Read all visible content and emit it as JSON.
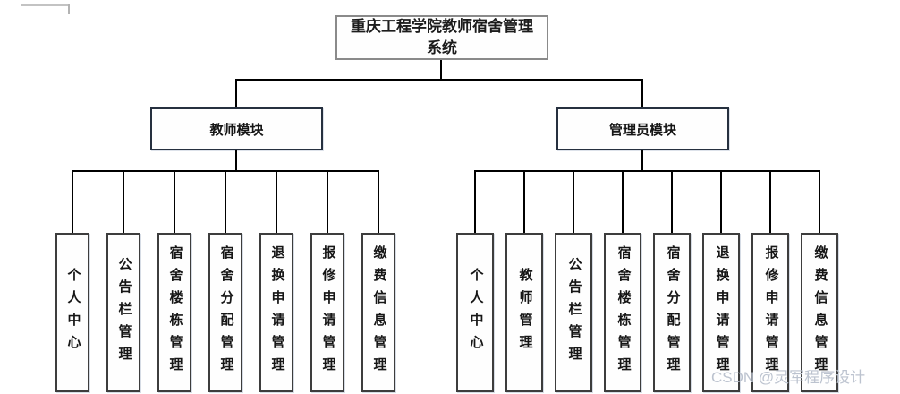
{
  "diagram": {
    "title": "重庆工程学院教师宿舍管理系统",
    "type": "hierarchy-flowchart",
    "modules": [
      {
        "label": "教师模块",
        "items": [
          "个人中心",
          "公告栏管理",
          "宿舍楼栋管理",
          "宿舍分配管理",
          "退换申请管理",
          "报修申请管理",
          "缴费信息管理"
        ]
      },
      {
        "label": "管理员模块",
        "items": [
          "个人中心",
          "教师管理",
          "公告栏管理",
          "宿舍楼栋管理",
          "宿舍分配管理",
          "退换申请管理",
          "报修申请管理",
          "缴费信息管理"
        ]
      }
    ],
    "colors": {
      "connector_line": "#000000",
      "title_border": "#8a8a8a",
      "module_border": "#26303f",
      "leaf_border": "#3d3d3d",
      "watermark_text": "#bcc3cf",
      "background": "#ffffff"
    }
  },
  "watermark": "CSDN @灵军程序设计"
}
